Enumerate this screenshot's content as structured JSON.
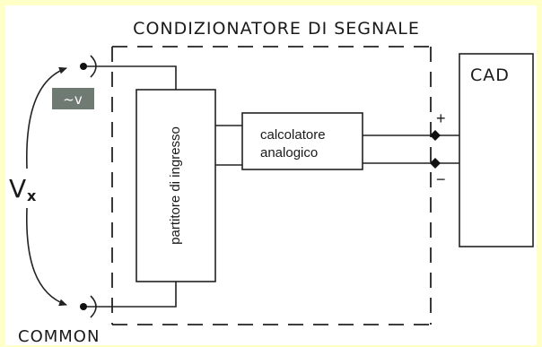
{
  "title": "CONDIZIONATORE DI SEGNALE",
  "blocks": {
    "cad": "CAD",
    "partitore": "partitore di ingresso",
    "calcolatore_line1": "calcolatore",
    "calcolatore_line2": "analogico"
  },
  "terminals": {
    "plus": "+",
    "minus": "−",
    "common": "COMMON",
    "vx": "V",
    "vx_sub": "x",
    "ac_badge": "~v"
  },
  "icons": [
    "ac-voltage-badge-icon",
    "input-jack-icon",
    "common-jack-icon",
    "connection-node-icon"
  ],
  "colors": {
    "page_border": "#ffffc8",
    "ink": "#1a1a1a",
    "badge_bg": "#6f7a73",
    "badge_fg": "#ffffff"
  }
}
